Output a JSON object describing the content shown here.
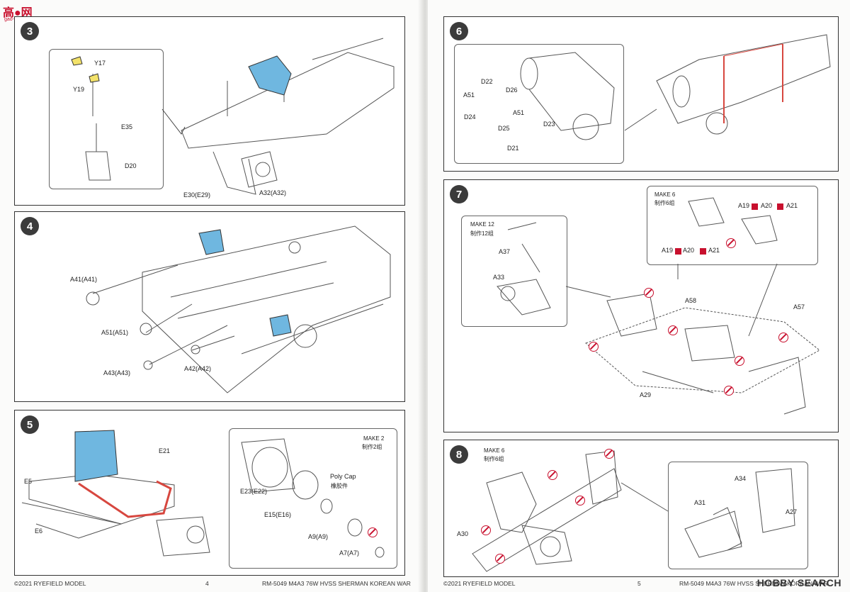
{
  "watermark": {
    "logo": "高●网",
    "sub": "gao-shou.com"
  },
  "left_page": {
    "footer_left": "©2021 RYEFIELD MODEL",
    "page_number": "4",
    "footer_right": "RM-5049 M4A3 76W HVSS SHERMAN KOREAN WAR",
    "steps": [
      {
        "number": "3",
        "labels": [
          "Y17",
          "Y19",
          "E35",
          "D20",
          "E30(E29)",
          "A32(A32)"
        ]
      },
      {
        "number": "4",
        "labels": [
          "A41(A41)",
          "A51(A51)",
          "A43(A43)",
          "A42(A42)"
        ]
      },
      {
        "number": "5",
        "labels": [
          "E21",
          "E5",
          "E6",
          "MAKE 2",
          "制作2组",
          "E23(E22)",
          "E15(E16)",
          "Poly Cap",
          "橡胶件",
          "A9(A9)",
          "A7(A7)"
        ]
      }
    ]
  },
  "right_page": {
    "footer_left": "©2021 RYEFIELD MODEL",
    "page_number": "5",
    "footer_right": "RM-5049 M4A3 76W HVSS SHERMAN KOREAN WAR",
    "brand": "HOBBY SEARCH",
    "steps": [
      {
        "number": "6",
        "labels": [
          "D22",
          "A51",
          "D26",
          "D24",
          "A51",
          "D23",
          "D25",
          "D21"
        ]
      },
      {
        "number": "7",
        "labels": [
          "MAKE 12",
          "制作12组",
          "A37",
          "A33",
          "MAKE 6",
          "制作6组",
          "A19",
          "A20",
          "A21",
          "A19",
          "A20",
          "A21",
          "A58",
          "A57",
          "A29"
        ]
      },
      {
        "number": "8",
        "labels": [
          "MAKE 6",
          "制作6组",
          "A30",
          "A34",
          "A31",
          "A27"
        ]
      }
    ]
  },
  "colors": {
    "highlight_blue": "#6fb7e0",
    "highlight_yellow": "#f3e26a",
    "warning_red": "#c8102e"
  },
  "icons": [
    "no-glue-icon",
    "arrow-icon"
  ]
}
